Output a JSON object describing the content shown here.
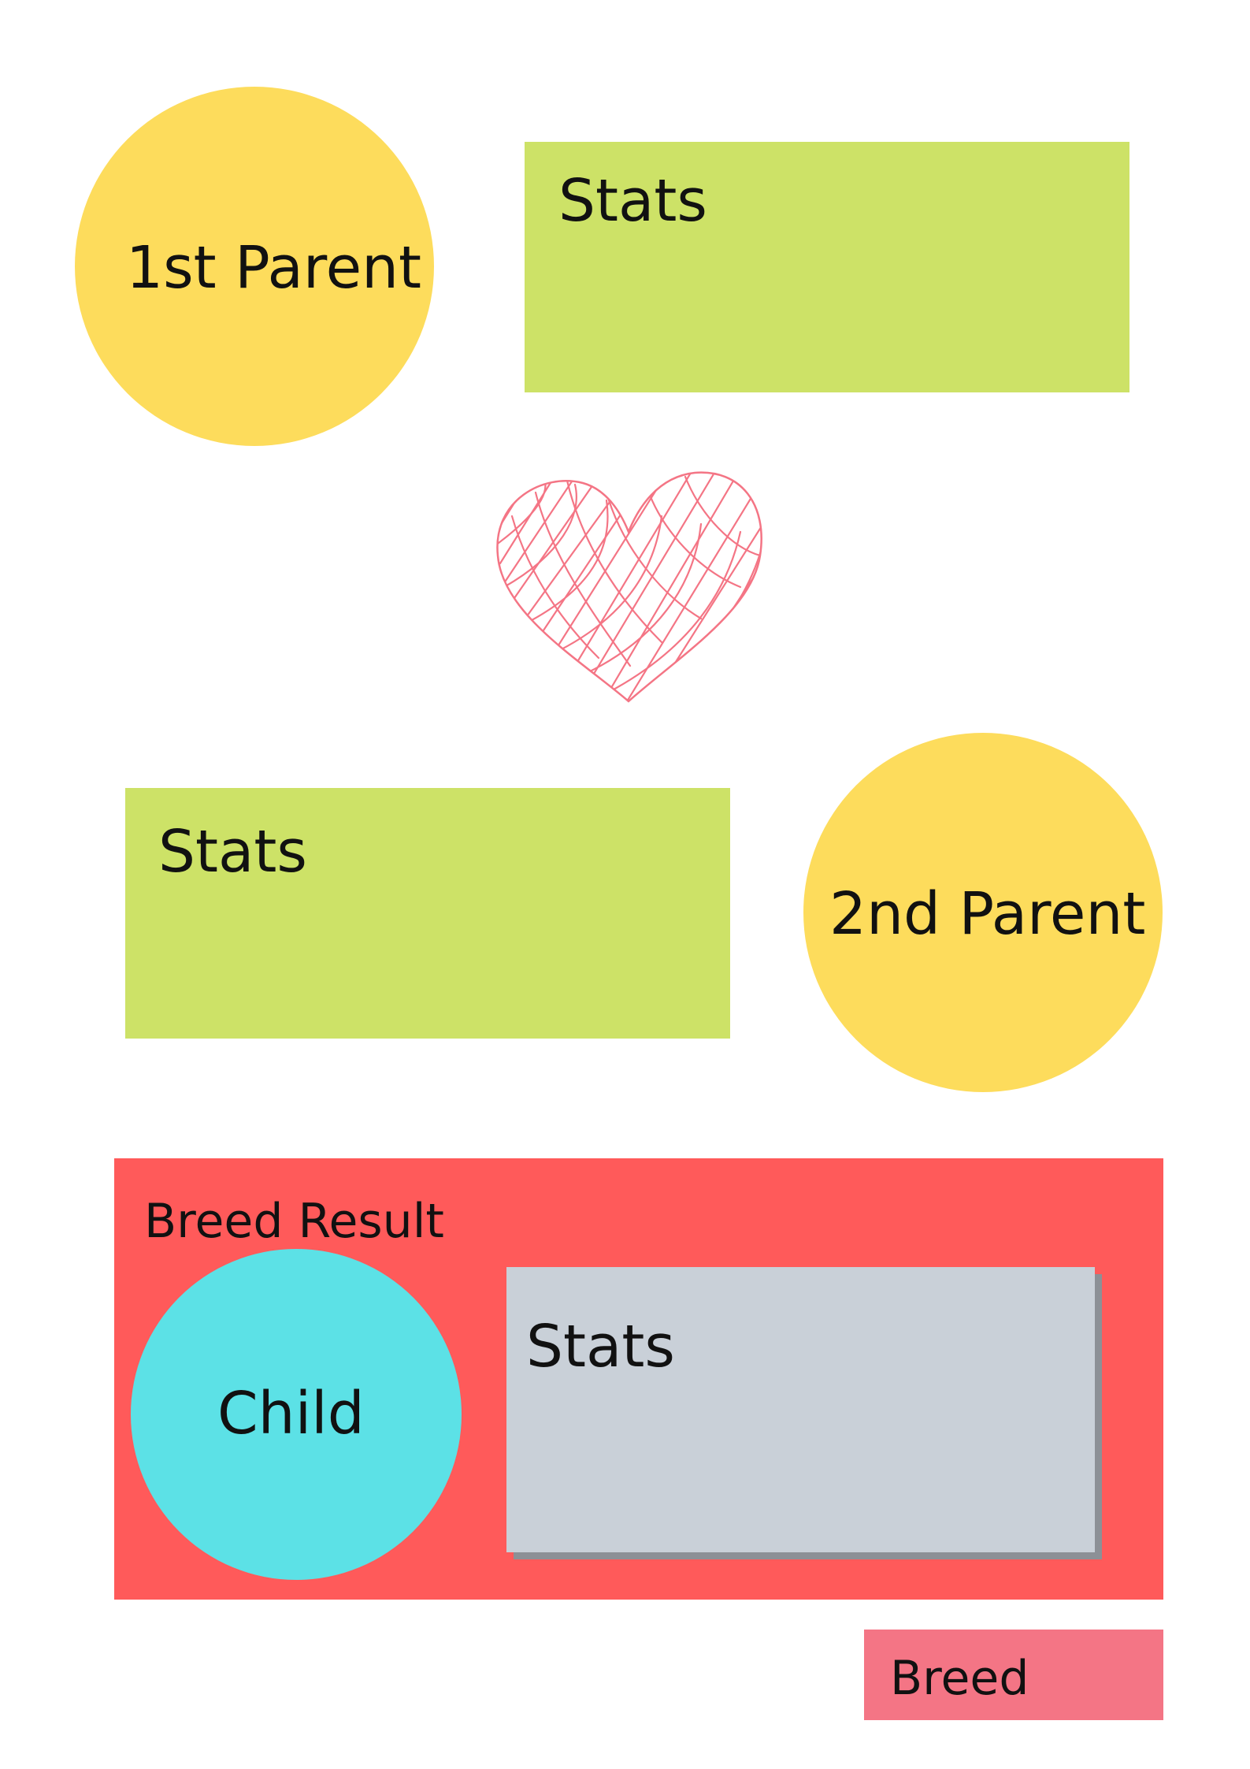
{
  "parent1": {
    "label": "1st Parent",
    "stats_label": "Stats"
  },
  "parent2": {
    "label": "2nd Parent",
    "stats_label": "Stats"
  },
  "heart": {
    "icon": "heart-icon",
    "color": "#f47585"
  },
  "result": {
    "title": "Breed Result",
    "child_label": "Child",
    "stats_label": "Stats",
    "panel_color": "#ff5a5a"
  },
  "actions": {
    "breed_label": "Breed",
    "breed_color": "#f47585"
  },
  "colors": {
    "parent": "#fddc5c",
    "parent_stats": "#cde267",
    "child": "#5ce1e6",
    "child_stats": "#c9d0d8"
  }
}
